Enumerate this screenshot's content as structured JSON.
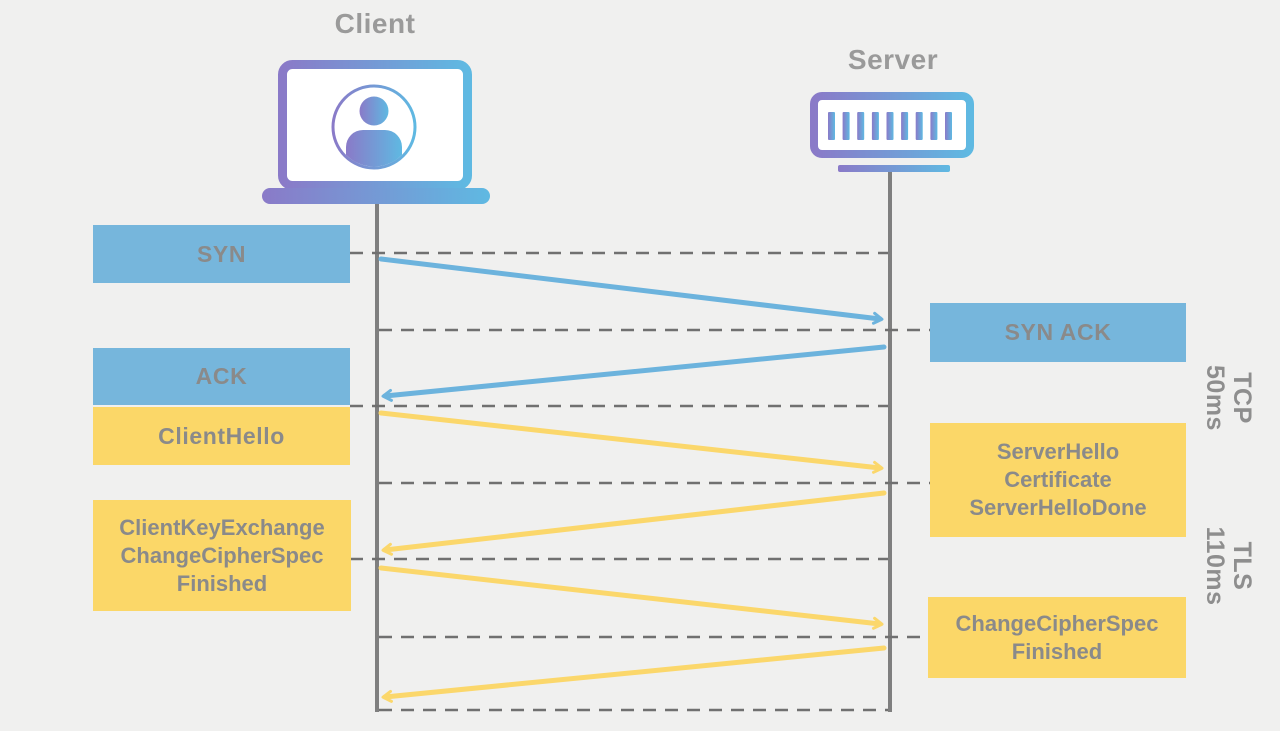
{
  "actors": {
    "client": {
      "label": "Client",
      "icon": "laptop-user-icon"
    },
    "server": {
      "label": "Server",
      "icon": "server-rack-icon"
    }
  },
  "boxes": {
    "syn": {
      "label": "SYN",
      "protocol": "TCP",
      "side": "client"
    },
    "syn_ack": {
      "label": "SYN ACK",
      "protocol": "TCP",
      "side": "server"
    },
    "ack": {
      "label": "ACK",
      "protocol": "TCP",
      "side": "client"
    },
    "client_hello": {
      "label": "ClientHello",
      "protocol": "TLS",
      "side": "client"
    },
    "server_hello": {
      "label": "ServerHello\nCertificate\nServerHelloDone",
      "protocol": "TLS",
      "side": "server"
    },
    "client_key_exchange": {
      "label": "ClientKeyExchange\nChangeCipherSpec\nFinished",
      "protocol": "TLS",
      "side": "client"
    },
    "change_cipher_spec": {
      "label": "ChangeCipherSpec\nFinished",
      "protocol": "TLS",
      "side": "server"
    }
  },
  "arrows": [
    {
      "from": "client",
      "to": "server",
      "color": "blue"
    },
    {
      "from": "server",
      "to": "client",
      "color": "blue"
    },
    {
      "from": "client",
      "to": "server",
      "color": "yellow"
    },
    {
      "from": "server",
      "to": "client",
      "color": "yellow"
    },
    {
      "from": "client",
      "to": "server",
      "color": "yellow"
    },
    {
      "from": "server",
      "to": "client",
      "color": "yellow"
    }
  ],
  "phases": {
    "tcp": {
      "label": "TCP\n50ms"
    },
    "tls": {
      "label": "TLS\n110ms"
    }
  },
  "colors": {
    "background": "#f0f0ef",
    "tcp_box": "#76b6dc",
    "tls_box": "#fbd768",
    "arrow_blue": "#6cb3dd",
    "arrow_yellow": "#fbd76b",
    "box_text": "#8a8a8a",
    "title_text": "#9a9a9a",
    "lifeline": "#7f7f7f",
    "dashed_line": "#707070",
    "icon_gradient_start": "#8a7ac8",
    "icon_gradient_end": "#5fb9e2"
  }
}
